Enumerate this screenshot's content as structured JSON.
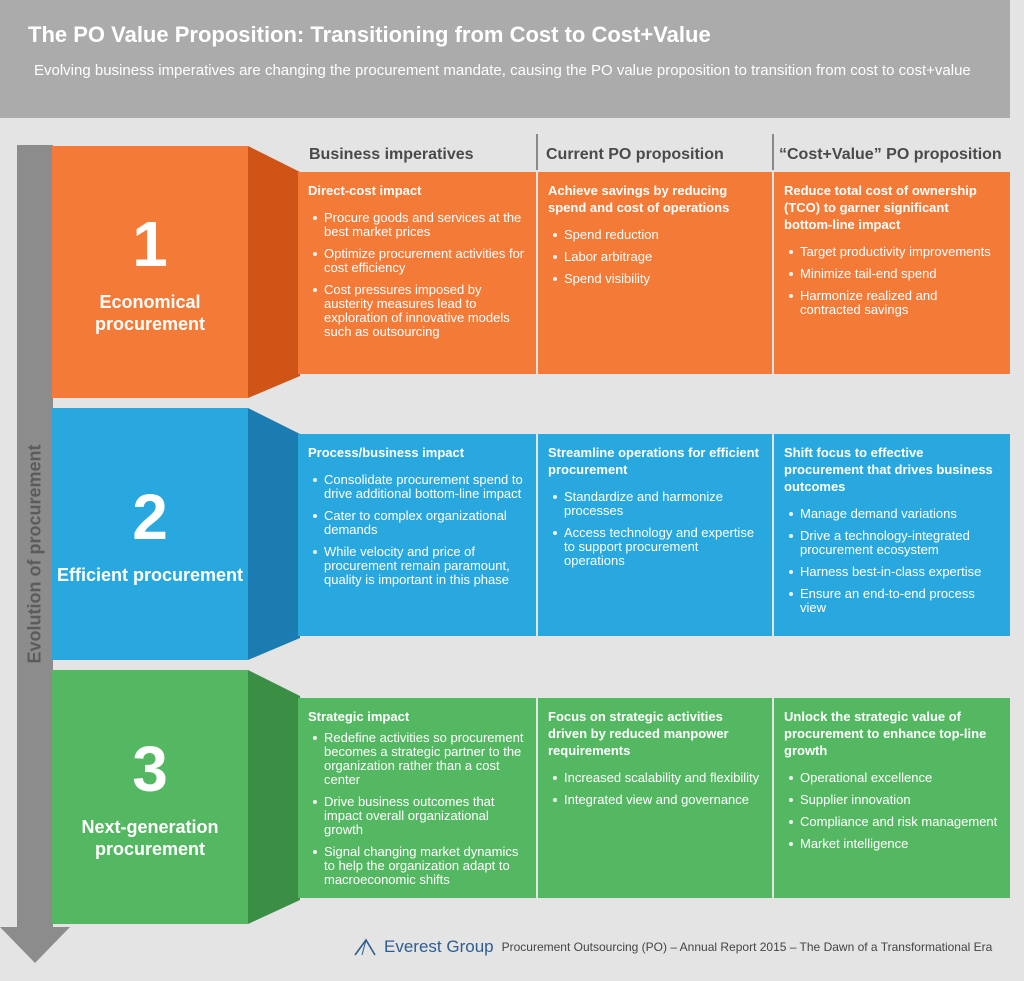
{
  "header": {
    "title": "The PO Value Proposition: Transitioning from Cost to Cost+Value",
    "subtitle": "Evolving business imperatives are changing the procurement mandate, causing the PO value proposition to transition from cost to cost+value"
  },
  "evolution_label": "Evolution of procurement",
  "columns": [
    "Business imperatives",
    "Current PO proposition",
    "“Cost+Value” PO proposition"
  ],
  "colors": {
    "orange": "#f47a38",
    "orange_dark": "#cf5416",
    "blue": "#29a8df",
    "blue_dark": "#1b7cb2",
    "green": "#54b862",
    "green_dark": "#3a8f45",
    "header_bg": "#ababab",
    "arrow": "#8c8c8c"
  },
  "stages": [
    {
      "number": "1",
      "name": "Economical procurement",
      "cells": [
        {
          "head": "Direct-cost impact",
          "bullets": [
            "Procure goods and services at the best market prices",
            "Optimize procurement activities for cost efficiency",
            "Cost pressures imposed by austerity measures lead to exploration of innovative models such as outsourcing"
          ]
        },
        {
          "head": "Achieve savings by reducing spend and cost of operations",
          "bullets": [
            "Spend reduction",
            "Labor arbitrage",
            "Spend visibility"
          ]
        },
        {
          "head": "Reduce total cost of ownership (TCO) to garner significant bottom-line impact",
          "bullets": [
            "Target productivity improvements",
            "Minimize tail-end spend",
            "Harmonize realized and contracted savings"
          ]
        }
      ]
    },
    {
      "number": "2",
      "name": "Efficient procurement",
      "cells": [
        {
          "head": "Process/business impact",
          "bullets": [
            "Consolidate procurement spend to drive additional bottom-line impact",
            "Cater to complex organizational demands",
            "While velocity and price of procurement remain paramount, quality is important in this phase"
          ]
        },
        {
          "head": "Streamline operations for efficient procurement",
          "bullets": [
            "Standardize and harmonize processes",
            "Access technology and expertise to support procurement operations"
          ]
        },
        {
          "head": "Shift focus to effective procurement that drives business outcomes",
          "bullets": [
            "Manage demand variations",
            "Drive a technology-integrated procurement ecosystem",
            "Harness best-in-class expertise",
            "Ensure an end-to-end process view"
          ]
        }
      ]
    },
    {
      "number": "3",
      "name": "Next-generation procurement",
      "cells": [
        {
          "head": "Strategic impact",
          "bullets": [
            "Redefine activities so procurement becomes a strategic partner to the organization rather than a cost center",
            "Drive business outcomes that impact overall organizational growth",
            "Signal changing market dynamics to help the organization adapt to macroeconomic shifts"
          ]
        },
        {
          "head": "Focus on strategic activities driven by reduced manpower requirements",
          "bullets": [
            "Increased scalability and flexibility",
            "Integrated view and governance"
          ]
        },
        {
          "head": "Unlock the strategic value of procurement to enhance top-line growth",
          "bullets": [
            "Operational excellence",
            "Supplier innovation",
            "Compliance and risk management",
            "Market intelligence"
          ]
        }
      ]
    }
  ],
  "footer": {
    "brand": "Everest Group",
    "text": "Procurement Outsourcing (PO) – Annual Report 2015 – The Dawn of a Transformational Era"
  }
}
